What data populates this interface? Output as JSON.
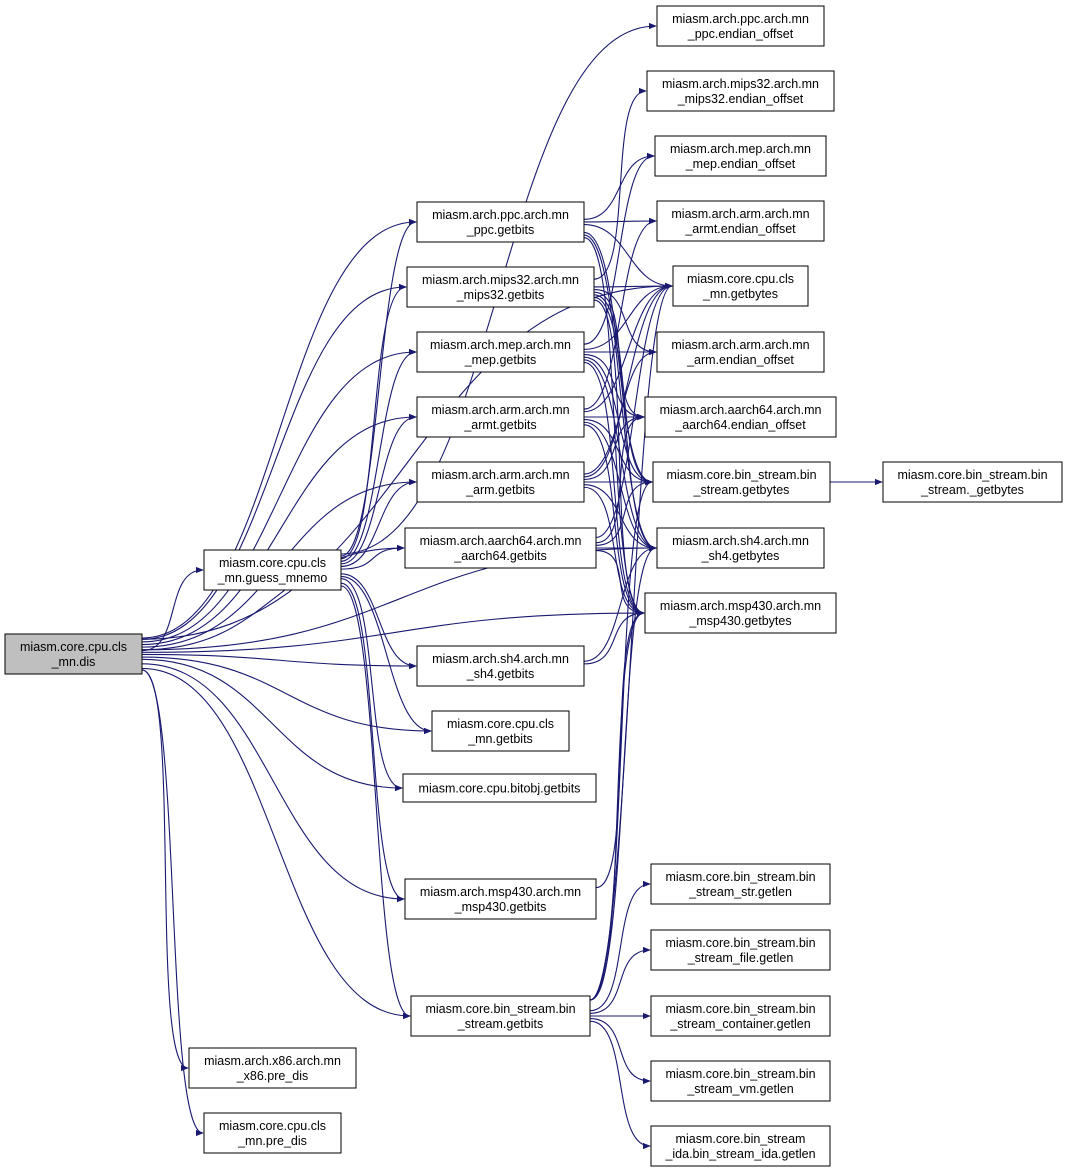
{
  "graph": {
    "edge_color": "#191970",
    "root_fill": "#bfbfbf",
    "nodes": [
      {
        "id": "dis",
        "lines": [
          "miasm.core.cpu.cls",
          "_mn.dis"
        ]
      },
      {
        "id": "guess",
        "lines": [
          "miasm.core.cpu.cls",
          "_mn.guess_mnemo"
        ]
      },
      {
        "id": "ppc_gb",
        "lines": [
          "miasm.arch.ppc.arch.mn",
          "_ppc.getbits"
        ]
      },
      {
        "id": "mips_gb",
        "lines": [
          "miasm.arch.mips32.arch.mn",
          "_mips32.getbits"
        ]
      },
      {
        "id": "mep_gb",
        "lines": [
          "miasm.arch.mep.arch.mn",
          "_mep.getbits"
        ]
      },
      {
        "id": "armt_gb",
        "lines": [
          "miasm.arch.arm.arch.mn",
          "_armt.getbits"
        ]
      },
      {
        "id": "arm_gb",
        "lines": [
          "miasm.arch.arm.arch.mn",
          "_arm.getbits"
        ]
      },
      {
        "id": "aarch_gb",
        "lines": [
          "miasm.arch.aarch64.arch.mn",
          "_aarch64.getbits"
        ]
      },
      {
        "id": "sh4_gb",
        "lines": [
          "miasm.arch.sh4.arch.mn",
          "_sh4.getbits"
        ]
      },
      {
        "id": "cls_gb",
        "lines": [
          "miasm.core.cpu.cls",
          "_mn.getbits"
        ]
      },
      {
        "id": "bitobj_gb",
        "lines": [
          "miasm.core.cpu.bitobj.getbits"
        ]
      },
      {
        "id": "msp_gb",
        "lines": [
          "miasm.arch.msp430.arch.mn",
          "_msp430.getbits"
        ]
      },
      {
        "id": "bs_gb",
        "lines": [
          "miasm.core.bin_stream.bin",
          "_stream.getbits"
        ]
      },
      {
        "id": "x86_pre",
        "lines": [
          "miasm.arch.x86.arch.mn",
          "_x86.pre_dis"
        ]
      },
      {
        "id": "cls_pre",
        "lines": [
          "miasm.core.cpu.cls",
          "_mn.pre_dis"
        ]
      },
      {
        "id": "ppc_eo",
        "lines": [
          "miasm.arch.ppc.arch.mn",
          "_ppc.endian_offset"
        ]
      },
      {
        "id": "mips_eo",
        "lines": [
          "miasm.arch.mips32.arch.mn",
          "_mips32.endian_offset"
        ]
      },
      {
        "id": "mep_eo",
        "lines": [
          "miasm.arch.mep.arch.mn",
          "_mep.endian_offset"
        ]
      },
      {
        "id": "armt_eo",
        "lines": [
          "miasm.arch.arm.arch.mn",
          "_armt.endian_offset"
        ]
      },
      {
        "id": "cls_gbytes",
        "lines": [
          "miasm.core.cpu.cls",
          "_mn.getbytes"
        ]
      },
      {
        "id": "arm_eo",
        "lines": [
          "miasm.arch.arm.arch.mn",
          "_arm.endian_offset"
        ]
      },
      {
        "id": "aarch_eo",
        "lines": [
          "miasm.arch.aarch64.arch.mn",
          "_aarch64.endian_offset"
        ]
      },
      {
        "id": "bs_gbytes",
        "lines": [
          "miasm.core.bin_stream.bin",
          "_stream.getbytes"
        ]
      },
      {
        "id": "sh4_gbytes",
        "lines": [
          "miasm.arch.sh4.arch.mn",
          "_sh4.getbytes"
        ]
      },
      {
        "id": "msp_gbytes",
        "lines": [
          "miasm.arch.msp430.arch.mn",
          "_msp430.getbytes"
        ]
      },
      {
        "id": "bs__gbytes",
        "lines": [
          "miasm.core.bin_stream.bin",
          "_stream._getbytes"
        ]
      },
      {
        "id": "str_len",
        "lines": [
          "miasm.core.bin_stream.bin",
          "_stream_str.getlen"
        ]
      },
      {
        "id": "file_len",
        "lines": [
          "miasm.core.bin_stream.bin",
          "_stream_file.getlen"
        ]
      },
      {
        "id": "cont_len",
        "lines": [
          "miasm.core.bin_stream.bin",
          "_stream_container.getlen"
        ]
      },
      {
        "id": "vm_len",
        "lines": [
          "miasm.core.bin_stream.bin",
          "_stream_vm.getlen"
        ]
      },
      {
        "id": "ida_len",
        "lines": [
          "miasm.core.bin_stream",
          "_ida.bin_stream_ida.getlen"
        ]
      }
    ],
    "edges": [
      [
        "dis",
        "guess"
      ],
      [
        "dis",
        "ppc_gb"
      ],
      [
        "dis",
        "mips_gb"
      ],
      [
        "dis",
        "mep_gb"
      ],
      [
        "dis",
        "armt_gb"
      ],
      [
        "dis",
        "arm_gb"
      ],
      [
        "dis",
        "aarch_gb"
      ],
      [
        "dis",
        "sh4_gb"
      ],
      [
        "dis",
        "cls_gb"
      ],
      [
        "dis",
        "bitobj_gb"
      ],
      [
        "dis",
        "msp_gb"
      ],
      [
        "dis",
        "bs_gb"
      ],
      [
        "dis",
        "x86_pre"
      ],
      [
        "dis",
        "cls_pre"
      ],
      [
        "dis",
        "cls_gbytes"
      ],
      [
        "dis",
        "msp_gbytes"
      ],
      [
        "dis",
        "sh4_gbytes"
      ],
      [
        "guess",
        "ppc_gb"
      ],
      [
        "guess",
        "mips_gb"
      ],
      [
        "guess",
        "mep_gb"
      ],
      [
        "guess",
        "armt_gb"
      ],
      [
        "guess",
        "arm_gb"
      ],
      [
        "guess",
        "aarch_gb"
      ],
      [
        "guess",
        "sh4_gb"
      ],
      [
        "guess",
        "cls_gb"
      ],
      [
        "guess",
        "bitobj_gb"
      ],
      [
        "guess",
        "msp_gb"
      ],
      [
        "guess",
        "bs_gb"
      ],
      [
        "guess",
        "ppc_eo"
      ],
      [
        "ppc_gb",
        "mep_eo"
      ],
      [
        "ppc_gb",
        "armt_eo"
      ],
      [
        "ppc_gb",
        "cls_gbytes"
      ],
      [
        "ppc_gb",
        "bs_gbytes"
      ],
      [
        "ppc_gb",
        "sh4_gbytes"
      ],
      [
        "ppc_gb",
        "msp_gbytes"
      ],
      [
        "mips_gb",
        "mips_eo"
      ],
      [
        "mips_gb",
        "cls_gbytes"
      ],
      [
        "mips_gb",
        "arm_eo"
      ],
      [
        "mips_gb",
        "aarch_eo"
      ],
      [
        "mips_gb",
        "bs_gbytes"
      ],
      [
        "mips_gb",
        "sh4_gbytes"
      ],
      [
        "mips_gb",
        "msp_gbytes"
      ],
      [
        "mep_gb",
        "mep_eo"
      ],
      [
        "mep_gb",
        "cls_gbytes"
      ],
      [
        "mep_gb",
        "arm_eo"
      ],
      [
        "mep_gb",
        "aarch_eo"
      ],
      [
        "mep_gb",
        "bs_gbytes"
      ],
      [
        "mep_gb",
        "sh4_gbytes"
      ],
      [
        "mep_gb",
        "msp_gbytes"
      ],
      [
        "armt_gb",
        "armt_eo"
      ],
      [
        "armt_gb",
        "cls_gbytes"
      ],
      [
        "armt_gb",
        "aarch_eo"
      ],
      [
        "armt_gb",
        "bs_gbytes"
      ],
      [
        "armt_gb",
        "sh4_gbytes"
      ],
      [
        "armt_gb",
        "msp_gbytes"
      ],
      [
        "arm_gb",
        "arm_eo"
      ],
      [
        "arm_gb",
        "cls_gbytes"
      ],
      [
        "arm_gb",
        "aarch_eo"
      ],
      [
        "arm_gb",
        "bs_gbytes"
      ],
      [
        "arm_gb",
        "sh4_gbytes"
      ],
      [
        "arm_gb",
        "msp_gbytes"
      ],
      [
        "aarch_gb",
        "aarch_eo"
      ],
      [
        "aarch_gb",
        "cls_gbytes"
      ],
      [
        "aarch_gb",
        "bs_gbytes"
      ],
      [
        "aarch_gb",
        "sh4_gbytes"
      ],
      [
        "aarch_gb",
        "msp_gbytes"
      ],
      [
        "sh4_gb",
        "sh4_gbytes"
      ],
      [
        "sh4_gb",
        "msp_gbytes"
      ],
      [
        "msp_gb",
        "msp_gbytes"
      ],
      [
        "bs_gb",
        "cls_gbytes"
      ],
      [
        "bs_gb",
        "bs_gbytes"
      ],
      [
        "bs_gb",
        "sh4_gbytes"
      ],
      [
        "bs_gb",
        "msp_gbytes"
      ],
      [
        "bs_gb",
        "str_len"
      ],
      [
        "bs_gb",
        "file_len"
      ],
      [
        "bs_gb",
        "cont_len"
      ],
      [
        "bs_gb",
        "vm_len"
      ],
      [
        "bs_gb",
        "ida_len"
      ],
      [
        "bs_gbytes",
        "bs__gbytes"
      ]
    ]
  }
}
